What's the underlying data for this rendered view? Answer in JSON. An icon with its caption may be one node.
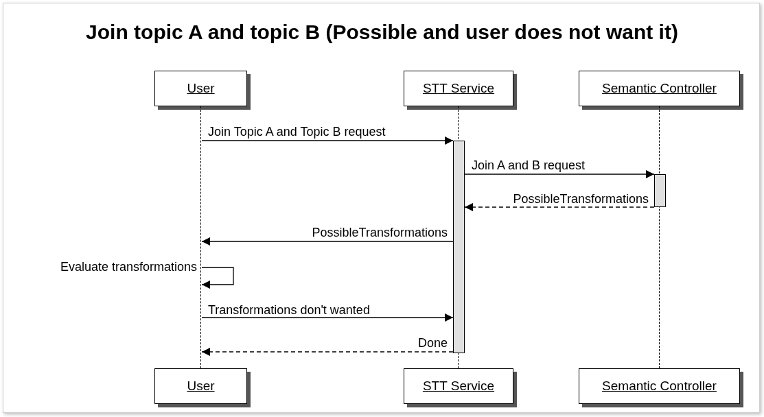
{
  "diagram": {
    "title": "Join topic A and topic B (Possible and user does not want it)",
    "nodes": [
      {
        "text": [
          "User"
        ]
      },
      {
        "text": [
          "STT Service"
        ]
      },
      {
        "text": [
          "Semantic Controller"
        ]
      },
      {
        "text": [
          "User"
        ]
      },
      {
        "text": [
          "STT Service"
        ]
      },
      {
        "text": [
          "Semantic Controller"
        ]
      },
      {
        "text": [],
        "shape": "line"
      },
      {
        "text": [],
        "shape": "line"
      },
      {
        "text": [],
        "shape": "line"
      },
      {
        "text": [],
        "shape": "bar"
      },
      {
        "text": [],
        "shape": "bar"
      }
    ],
    "edges": [
      {
        "from": 6,
        "to": 9,
        "arrow": "to",
        "label": "Join Topic A and Topic B request"
      },
      {
        "from": 9,
        "to": 10,
        "arrow": "to",
        "label": "Join A and B request"
      },
      {
        "from": 10,
        "to": 9,
        "arrow": "to",
        "label": "PossibleTransformations",
        "style": "dashed"
      },
      {
        "from": 9,
        "to": 6,
        "arrow": "to",
        "label": "PossibleTransformations"
      },
      {
        "from": 6,
        "to": 6,
        "arrow": "to",
        "label": "Evaluate transformations"
      },
      {
        "from": 6,
        "to": 9,
        "arrow": "to",
        "label": "Transformations don't wanted"
      },
      {
        "from": 9,
        "to": 6,
        "arrow": "to",
        "label": "Done",
        "style": "dashed"
      }
    ]
  }
}
